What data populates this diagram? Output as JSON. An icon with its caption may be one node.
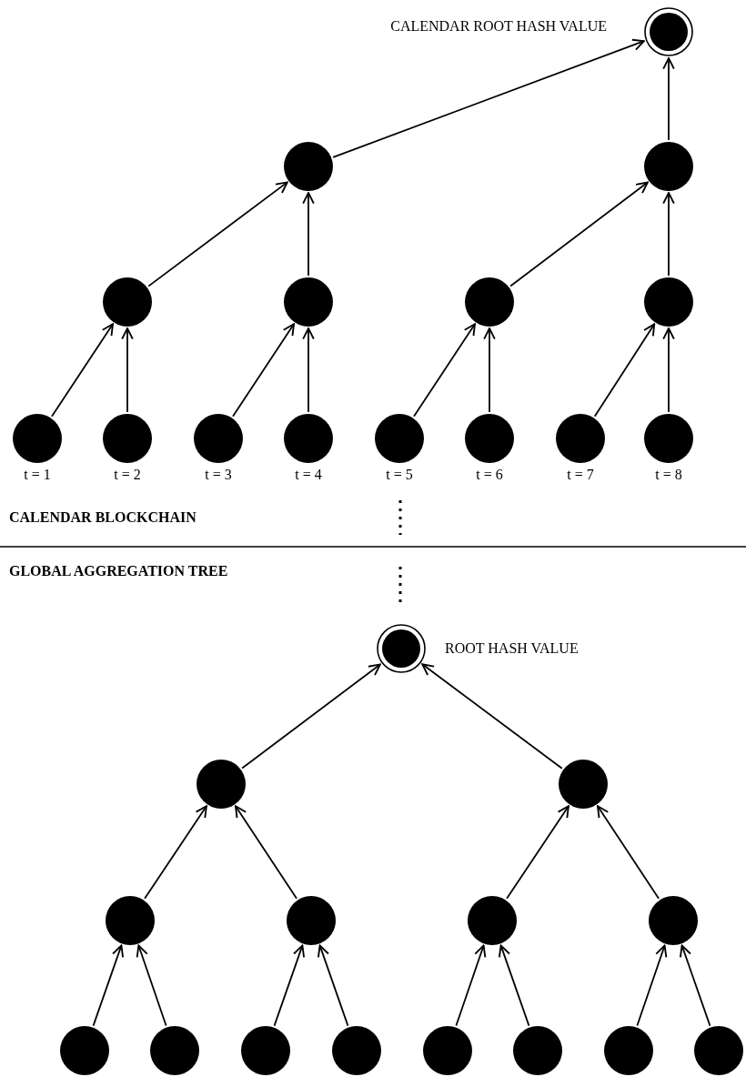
{
  "diagram": {
    "nodes": [
      {
        "text": [],
        "shape": "ring",
        "beside": [
          "CALENDAR ROOT HASH VALUE"
        ]
      },
      {
        "text": [],
        "shape": "circle"
      },
      {
        "text": [],
        "shape": "circle"
      },
      {
        "text": [],
        "shape": "circle"
      },
      {
        "text": [],
        "shape": "circle"
      },
      {
        "text": [],
        "shape": "circle"
      },
      {
        "text": [],
        "shape": "circle"
      },
      {
        "text": [],
        "shape": "circle",
        "beside": [
          "t = 1"
        ]
      },
      {
        "text": [],
        "shape": "circle",
        "beside": [
          "t = 2"
        ]
      },
      {
        "text": [],
        "shape": "circle",
        "beside": [
          "t = 3"
        ]
      },
      {
        "text": [],
        "shape": "circle",
        "beside": [
          "t = 4"
        ]
      },
      {
        "text": [],
        "shape": "circle",
        "beside": [
          "t = 5"
        ]
      },
      {
        "text": [],
        "shape": "circle",
        "beside": [
          "t = 6"
        ]
      },
      {
        "text": [],
        "shape": "circle",
        "beside": [
          "t = 7"
        ]
      },
      {
        "text": [],
        "shape": "circle",
        "beside": [
          "t = 8"
        ]
      },
      {
        "text": [],
        "shape": "ring",
        "beside": [
          "ROOT HASH VALUE"
        ]
      },
      {
        "text": [],
        "shape": "circle"
      },
      {
        "text": [],
        "shape": "circle"
      },
      {
        "text": [],
        "shape": "circle"
      },
      {
        "text": [],
        "shape": "circle"
      },
      {
        "text": [],
        "shape": "circle"
      },
      {
        "text": [],
        "shape": "circle"
      },
      {
        "text": [],
        "shape": "circle"
      },
      {
        "text": [],
        "shape": "circle"
      },
      {
        "text": [],
        "shape": "circle"
      },
      {
        "text": [],
        "shape": "circle"
      },
      {
        "text": [],
        "shape": "circle"
      },
      {
        "text": [],
        "shape": "circle"
      },
      {
        "text": [],
        "shape": "circle"
      },
      {
        "text": [],
        "shape": "circle"
      }
    ],
    "edges": [
      {
        "from": 7,
        "to": 3,
        "arrow": "to"
      },
      {
        "from": 8,
        "to": 3,
        "arrow": "to"
      },
      {
        "from": 9,
        "to": 4,
        "arrow": "to"
      },
      {
        "from": 10,
        "to": 4,
        "arrow": "to"
      },
      {
        "from": 11,
        "to": 5,
        "arrow": "to"
      },
      {
        "from": 12,
        "to": 5,
        "arrow": "to"
      },
      {
        "from": 13,
        "to": 6,
        "arrow": "to"
      },
      {
        "from": 14,
        "to": 6,
        "arrow": "to"
      },
      {
        "from": 3,
        "to": 1,
        "arrow": "to"
      },
      {
        "from": 4,
        "to": 1,
        "arrow": "to"
      },
      {
        "from": 5,
        "to": 2,
        "arrow": "to"
      },
      {
        "from": 6,
        "to": 2,
        "arrow": "to"
      },
      {
        "from": 1,
        "to": 0,
        "arrow": "to"
      },
      {
        "from": 2,
        "to": 0,
        "arrow": "to"
      },
      {
        "from": 22,
        "to": 18,
        "arrow": "to"
      },
      {
        "from": 23,
        "to": 18,
        "arrow": "to"
      },
      {
        "from": 24,
        "to": 19,
        "arrow": "to"
      },
      {
        "from": 25,
        "to": 19,
        "arrow": "to"
      },
      {
        "from": 26,
        "to": 20,
        "arrow": "to"
      },
      {
        "from": 27,
        "to": 20,
        "arrow": "to"
      },
      {
        "from": 28,
        "to": 21,
        "arrow": "to"
      },
      {
        "from": 29,
        "to": 21,
        "arrow": "to"
      },
      {
        "from": 18,
        "to": 16,
        "arrow": "to"
      },
      {
        "from": 19,
        "to": 16,
        "arrow": "to"
      },
      {
        "from": 20,
        "to": 17,
        "arrow": "to"
      },
      {
        "from": 21,
        "to": 17,
        "arrow": "to"
      },
      {
        "from": 16,
        "to": 15,
        "arrow": "to"
      },
      {
        "from": 17,
        "to": 15,
        "arrow": "to"
      }
    ],
    "labels": [
      "CALENDAR BLOCKCHAIN",
      "GLOBAL AGGREGATION TREE"
    ]
  }
}
